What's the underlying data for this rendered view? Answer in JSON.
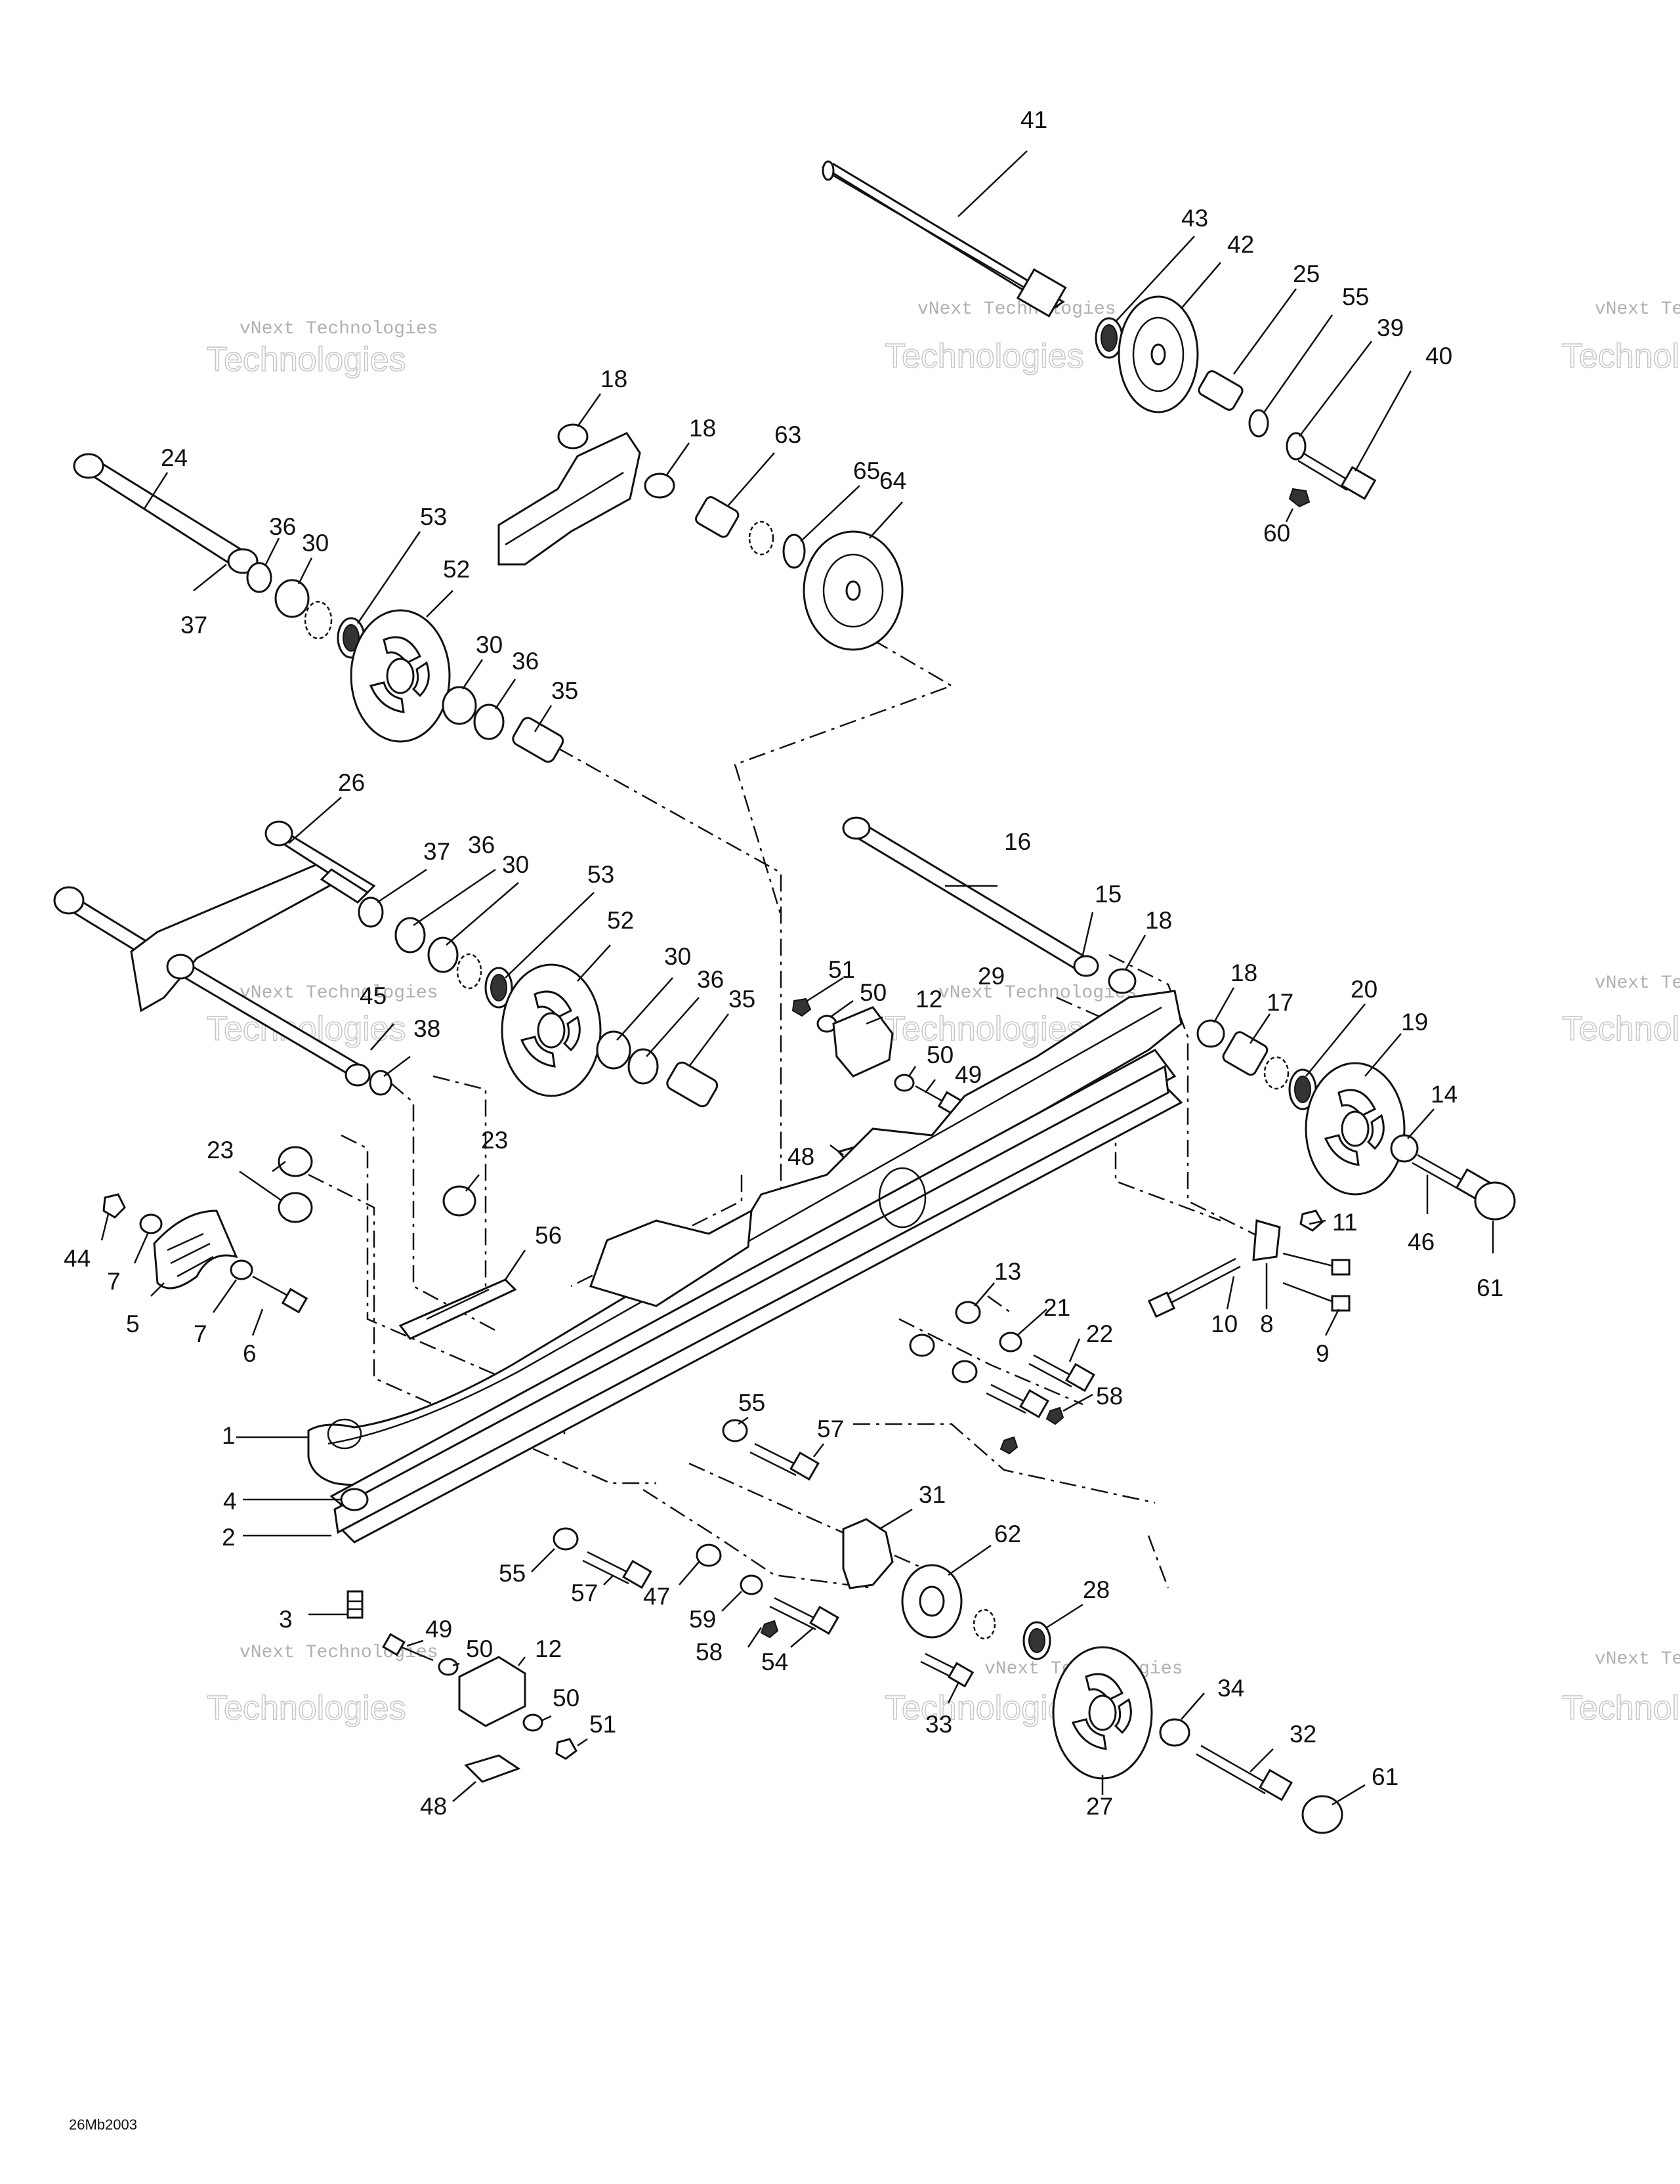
{
  "diagram_code": "26Mb2003",
  "watermark": {
    "line1": "vNext Technologies",
    "line2": "Technologies"
  },
  "callouts": [
    "1",
    "2",
    "3",
    "4",
    "5",
    "6",
    "7",
    "8",
    "9",
    "10",
    "11",
    "12",
    "13",
    "14",
    "15",
    "16",
    "17",
    "18",
    "19",
    "20",
    "21",
    "22",
    "23",
    "24",
    "25",
    "26",
    "27",
    "28",
    "29",
    "30",
    "31",
    "32",
    "33",
    "34",
    "35",
    "36",
    "37",
    "38",
    "39",
    "40",
    "41",
    "42",
    "43",
    "44",
    "45",
    "46",
    "47",
    "48",
    "49",
    "50",
    "51",
    "52",
    "53",
    "54",
    "55",
    "56",
    "57",
    "58",
    "59",
    "60",
    "61",
    "62",
    "63",
    "64",
    "65"
  ]
}
